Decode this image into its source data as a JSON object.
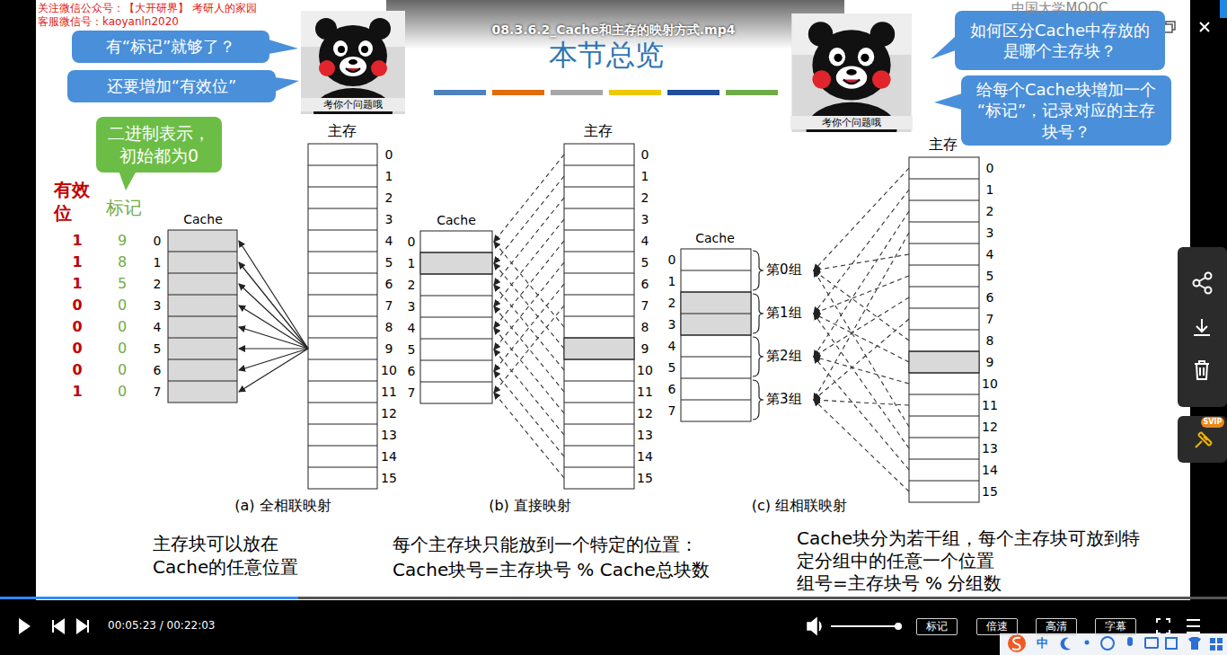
{
  "diagram": {
    "title": "本节总览",
    "nodes": [
      {
        "text": [
          "有“标记”就够了？"
        ]
      },
      {
        "text": [
          "还要增加“有效位”"
        ]
      },
      {
        "text": [
          "考你个问题哦"
        ]
      },
      {
        "text": [
          "二进制表示，初始都为0"
        ]
      },
      {
        "text": [
          "考你个问题哦"
        ]
      },
      {
        "text": [
          "如何区分Cache中存放的是哪个主存块？"
        ]
      },
      {
        "text": [
          "给每个Cache块增加一个“标记”，记录对应的主存块号？"
        ]
      },
      {
        "text": [
          "标记"
        ]
      },
      {
        "text": [
          "倍速"
        ]
      },
      {
        "text": [
          "高清"
        ]
      },
      {
        "text": [
          "字幕"
        ]
      }
    ],
    "labels": [
      "08.3.6.2_Cache和主存的映射方式.mp4",
      "关注微信公众号：【大开研界】 考研人的家园",
      "客服微信号：kaoyanln2020",
      "中国大学MOOC",
      "有效位",
      "标记",
      "1",
      "1",
      "1",
      "0",
      "0",
      "0",
      "0",
      "1",
      "9",
      "8",
      "5",
      "0",
      "0",
      "0",
      "0",
      "0",
      "Cache",
      "0",
      "1",
      "2",
      "3",
      "4",
      "5",
      "6",
      "7",
      "主存",
      "0",
      "1",
      "2",
      "3",
      "4",
      "5",
      "6",
      "7",
      "8",
      "9",
      "10",
      "11",
      "12",
      "13",
      "14",
      "15",
      "Cache",
      "0",
      "1",
      "2",
      "3",
      "4",
      "5",
      "6",
      "7",
      "主存",
      "0",
      "1",
      "2",
      "3",
      "4",
      "5",
      "6",
      "7",
      "8",
      "9",
      "10",
      "11",
      "12",
      "13",
      "14",
      "15",
      "Cache",
      "0",
      "1",
      "2",
      "3",
      "4",
      "5",
      "6",
      "7",
      "第0组",
      "第1组",
      "第2组",
      "第3组",
      "主存",
      "0",
      "1",
      "2",
      "3",
      "4",
      "5",
      "6",
      "7",
      "8",
      "9",
      "10",
      "11",
      "12",
      "13",
      "14",
      "15",
      "(a) 全相联映射",
      "(b) 直接映射",
      "(c) 组相联映射",
      "主存块可以放在 Cache的任意位置",
      "每个主存块只能放到一个特定的位置：",
      "Cache块号=主存块号 % Cache总块数",
      "Cache块分为若干组，每个主存块可放到特定分组中的任意一个位置",
      "组号=主存块号 % 分组数",
      "00:05:23 / 00:22:03",
      "SVIP",
      "中"
    ]
  }
}
